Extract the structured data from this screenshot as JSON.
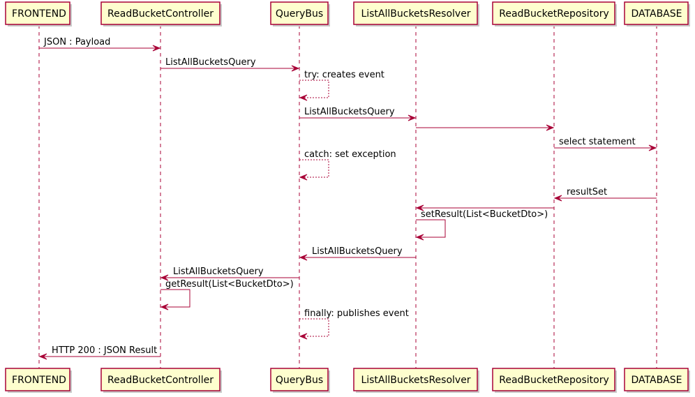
{
  "diagram": {
    "participants": [
      {
        "id": "frontend",
        "name": "FRONTEND"
      },
      {
        "id": "controller",
        "name": "ReadBucketController"
      },
      {
        "id": "querybus",
        "name": "QueryBus"
      },
      {
        "id": "resolver",
        "name": "ListAllBucketsResolver"
      },
      {
        "id": "repository",
        "name": "ReadBucketRepository"
      },
      {
        "id": "database",
        "name": "DATABASE"
      }
    ],
    "messages": [
      {
        "from": "frontend",
        "to": "controller",
        "label": "JSON : Payload",
        "style": "solid"
      },
      {
        "from": "controller",
        "to": "querybus",
        "label": "ListAllBucketsQuery",
        "style": "solid"
      },
      {
        "from": "querybus",
        "to": "querybus",
        "label": "try: creates event",
        "style": "dashed"
      },
      {
        "from": "querybus",
        "to": "resolver",
        "label": "ListAllBucketsQuery",
        "style": "solid"
      },
      {
        "from": "resolver",
        "to": "repository",
        "label": "",
        "style": "solid"
      },
      {
        "from": "repository",
        "to": "database",
        "label": "select statement",
        "style": "solid"
      },
      {
        "from": "querybus",
        "to": "querybus",
        "label": "catch: set exception",
        "style": "dashed"
      },
      {
        "from": "database",
        "to": "repository",
        "label": "resultSet",
        "style": "solid"
      },
      {
        "from": "repository",
        "to": "resolver",
        "label": "",
        "style": "solid"
      },
      {
        "from": "resolver",
        "to": "resolver",
        "label": "setResult(List<BucketDto>)",
        "style": "solid"
      },
      {
        "from": "resolver",
        "to": "querybus",
        "label": "ListAllBucketsQuery",
        "style": "solid"
      },
      {
        "from": "querybus",
        "to": "controller",
        "label": "ListAllBucketsQuery",
        "style": "solid"
      },
      {
        "from": "controller",
        "to": "controller",
        "label": "getResult(List<BucketDto>)",
        "style": "solid"
      },
      {
        "from": "querybus",
        "to": "querybus",
        "label": "finally: publishes event",
        "style": "dashed"
      },
      {
        "from": "controller",
        "to": "frontend",
        "label": "HTTP 200 : JSON Result",
        "style": "solid"
      }
    ]
  }
}
